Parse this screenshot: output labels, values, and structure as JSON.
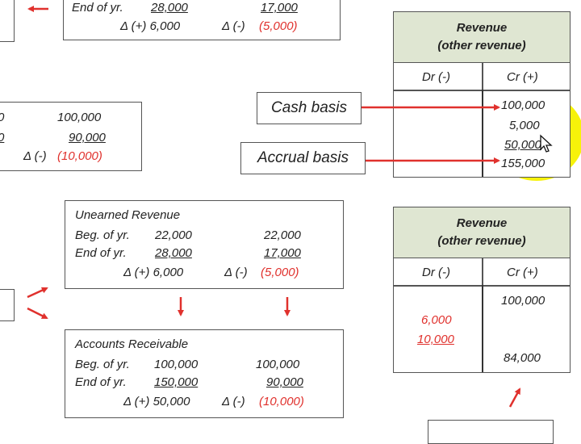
{
  "top_box": {
    "end_label": "End of yr.",
    "end_val1": "28,000",
    "end_val2": "17,000",
    "delta1": "Δ (+) 6,000",
    "delta2_prefix": "Δ (-)",
    "delta2_value": "(5,000)"
  },
  "left_box": {
    "row1_left": "0",
    "row1_val": "100,000",
    "row2_left": "0",
    "row2_val": "90,000",
    "delta_prefix": "Δ (-)",
    "delta_value": "(10,000)"
  },
  "labels": {
    "cash_basis": "Cash basis",
    "accrual_basis": "Accrual basis"
  },
  "unearned": {
    "title": "Unearned Revenue",
    "beg_label": "Beg. of yr.",
    "beg_val1": "22,000",
    "beg_val2": "22,000",
    "end_label": "End of yr.",
    "end_val1": "28,000",
    "end_val2": "17,000",
    "delta1": "Δ (+) 6,000",
    "delta2_prefix": "Δ (-)",
    "delta2_value": "(5,000)"
  },
  "receivable": {
    "title": "Accounts Receivable",
    "beg_label": "Beg. of yr.",
    "beg_val1": "100,000",
    "beg_val2": "100,000",
    "end_label": "End of yr.",
    "end_val1": "150,000",
    "end_val2": "90,000",
    "delta1": "Δ (+) 50,000",
    "delta2_prefix": "Δ (-)",
    "delta2_value": "(10,000)"
  },
  "t_account_top": {
    "title_line1": "Revenue",
    "title_line2": "(other revenue)",
    "dr": "Dr (-)",
    "cr": "Cr (+)",
    "cr_values": [
      "100,000",
      "5,000",
      "50,000",
      "155,000"
    ]
  },
  "t_account_bottom": {
    "title_line1": "Revenue",
    "title_line2": "(other revenue)",
    "dr": "Dr (-)",
    "cr": "Cr (+)",
    "cr_value_top": "100,000",
    "dr_values": [
      "6,000",
      "10,000"
    ],
    "cr_value_bottom": "84,000"
  },
  "colors": {
    "accent_red": "#e0312d",
    "header_fill": "#dfe6d2",
    "highlight": "#f7f20a"
  }
}
